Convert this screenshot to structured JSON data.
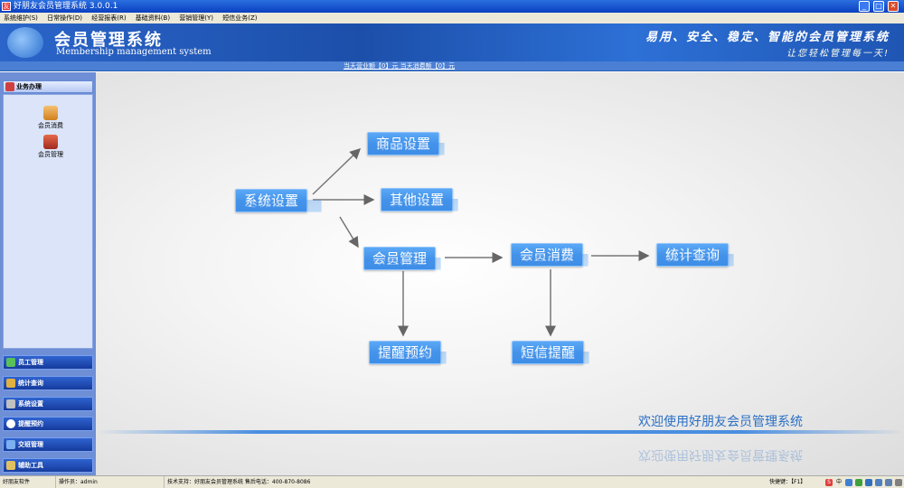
{
  "window": {
    "title": "好朋友会员管理系统 3.0.0.1",
    "controls": {
      "minimize": "_",
      "maximize": "□",
      "close": "✕"
    }
  },
  "menu": {
    "items": [
      "系统维护(S)",
      "日常操作(D)",
      "经营报表(R)",
      "基础资料(B)",
      "营销管理(Y)",
      "短信业务(Z)"
    ]
  },
  "banner": {
    "title": "会员管理系统",
    "subtitle": "Membership management system",
    "slogan": "易用、安全、稳定、智能的会员管理系统",
    "tagline": "让您轻松管理每一天!"
  },
  "info_strip": {
    "text": "当天营业额【0】元  当天消费额【0】元"
  },
  "sidebar": {
    "active_section": "业务办理",
    "panel_items": [
      {
        "label": "会员消费",
        "icon": "member-consume-icon"
      },
      {
        "label": "会员管理",
        "icon": "member-manage-icon"
      }
    ],
    "sections": [
      {
        "label": "员工管理",
        "icon": "staff-icon"
      },
      {
        "label": "统计查询",
        "icon": "stats-icon"
      },
      {
        "label": "系统设置",
        "icon": "settings-icon"
      },
      {
        "label": "提醒预约",
        "icon": "reminder-icon"
      },
      {
        "label": "交班管理",
        "icon": "handover-icon"
      },
      {
        "label": "辅助工具",
        "icon": "tools-icon"
      }
    ]
  },
  "flow": {
    "nodes": {
      "system_settings": "系统设置",
      "goods_settings": "商品设置",
      "other_settings": "其他设置",
      "member_management": "会员管理",
      "member_consumption": "会员消费",
      "statistics_query": "统计查询",
      "reminder_booking": "提醒预约",
      "sms_reminder": "短信提醒"
    },
    "welcome": "欢迎使用好朋友会员管理系统"
  },
  "statusbar": {
    "app": "好朋友软件",
    "operator": "操作员：admin",
    "support": "技术支持：好朋友会员管理系统 售后电话：400-870-8086",
    "shortcut": "快捷键：【F1】"
  },
  "colors": {
    "node_blue": "#3a8ae8",
    "banner_blue": "#1c4faa",
    "sidebar_blue": "#6e8fd6",
    "welcome_text": "#2a6fc4"
  }
}
